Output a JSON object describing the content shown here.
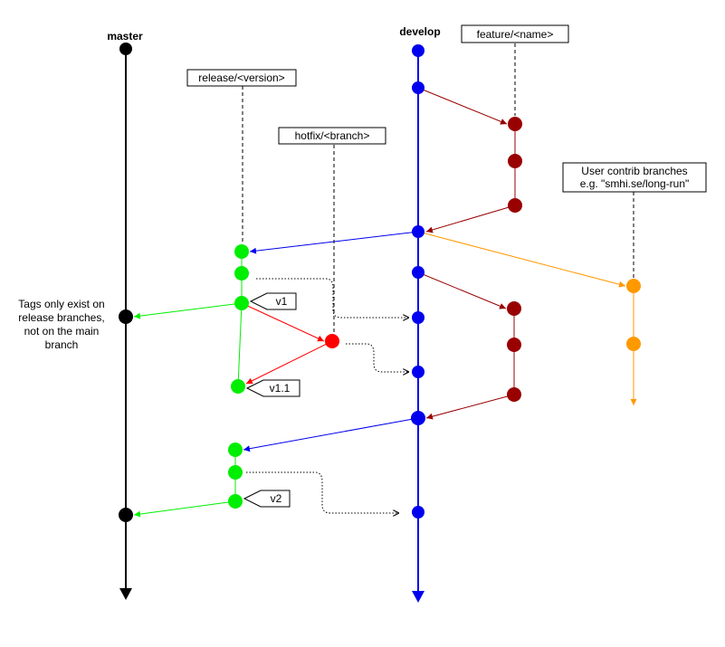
{
  "branches": {
    "master": "master",
    "develop": "develop"
  },
  "labels": {
    "feature": "feature/<name>",
    "release": "release/<version>",
    "hotfix": "hotfix/<branch>",
    "user_contrib_line1": "User contrib branches",
    "user_contrib_line2": "e.g. \"smhi.se/long-run\""
  },
  "note_lines": [
    "Tags only exist on",
    "release branches,",
    "not on the main",
    "branch"
  ],
  "tags": {
    "v1": "v1",
    "v1_1": "v1.1",
    "v2": "v2"
  },
  "colors": {
    "master": "#000000",
    "develop": "#0000ee",
    "feature": "#990000",
    "release": "#00ee00",
    "hotfix": "#ff0000",
    "user_contrib": "#ff9900"
  }
}
